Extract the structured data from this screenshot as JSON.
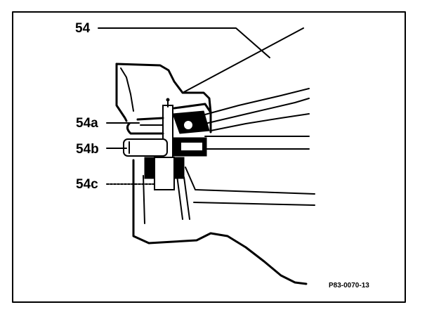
{
  "callouts": {
    "part_54": "54",
    "part_54a": "54a",
    "part_54b": "54b",
    "part_54c": "54c"
  },
  "figure_code": "P83-0070-13",
  "colors": {
    "ink": "#000000",
    "paper": "#ffffff"
  }
}
